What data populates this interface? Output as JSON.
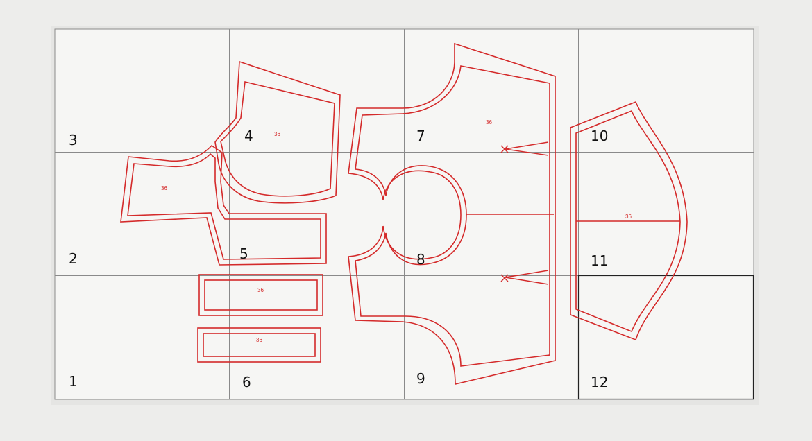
{
  "page_numbers": [
    "1",
    "2",
    "3",
    "4",
    "5",
    "6",
    "7",
    "8",
    "9",
    "10",
    "11",
    "12"
  ],
  "size_label": "36",
  "colors": {
    "pattern_line": "#d42a2a",
    "grid_line": "#8a8a8a",
    "sheet": "#f6f6f4",
    "background": "#ededeb"
  }
}
